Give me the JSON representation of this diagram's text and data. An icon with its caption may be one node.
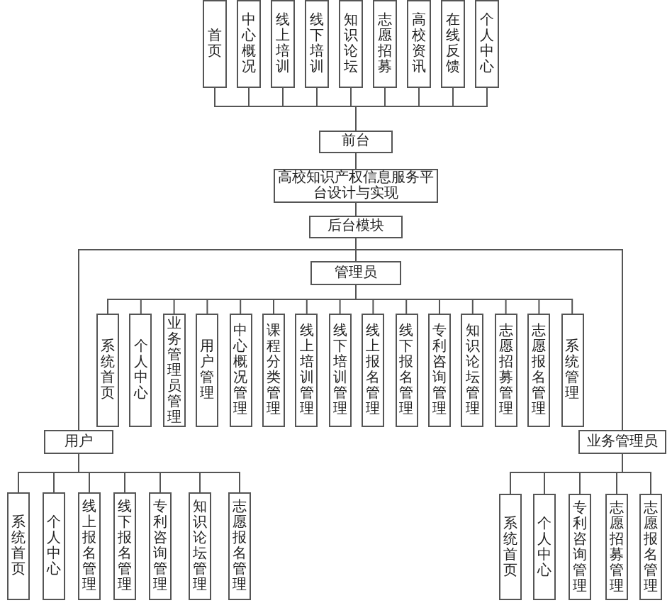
{
  "diagram": {
    "nodes": [
      {
        "text": [
          "首页"
        ]
      },
      {
        "text": [
          "中心概况"
        ]
      },
      {
        "text": [
          "线上培训"
        ]
      },
      {
        "text": [
          "线下培训"
        ]
      },
      {
        "text": [
          "知识论坛"
        ]
      },
      {
        "text": [
          "志愿招募"
        ]
      },
      {
        "text": [
          "高校资讯"
        ]
      },
      {
        "text": [
          "在线反馈"
        ]
      },
      {
        "text": [
          "个人中心"
        ]
      },
      {
        "text": [
          "前台"
        ]
      },
      {
        "text": [
          "高校知识产权信息服务平台设计与实现"
        ]
      },
      {
        "text": [
          "后台模块"
        ]
      },
      {
        "text": [
          "管理员"
        ]
      },
      {
        "text": [
          "系统首页"
        ]
      },
      {
        "text": [
          "个人中心"
        ]
      },
      {
        "text": [
          "业务管理员管理"
        ]
      },
      {
        "text": [
          "用户管理"
        ]
      },
      {
        "text": [
          "中心概况管理"
        ]
      },
      {
        "text": [
          "课程分类管理"
        ]
      },
      {
        "text": [
          "线上培训管理"
        ]
      },
      {
        "text": [
          "线下培训管理"
        ]
      },
      {
        "text": [
          "线上报名管理"
        ]
      },
      {
        "text": [
          "线下报名管理"
        ]
      },
      {
        "text": [
          "专利咨询管理"
        ]
      },
      {
        "text": [
          "知识论坛管理"
        ]
      },
      {
        "text": [
          "志愿招募管理"
        ]
      },
      {
        "text": [
          "志愿报名管理"
        ]
      },
      {
        "text": [
          "系统管理"
        ]
      },
      {
        "text": [
          "用户"
        ]
      },
      {
        "text": [
          "系统首页"
        ]
      },
      {
        "text": [
          "个人中心"
        ]
      },
      {
        "text": [
          "线上报名管理"
        ]
      },
      {
        "text": [
          "线下报名管理"
        ]
      },
      {
        "text": [
          "专利咨询管理"
        ]
      },
      {
        "text": [
          "知识论坛管理"
        ]
      },
      {
        "text": [
          "志愿报名管理"
        ]
      },
      {
        "text": [
          "业务管理员"
        ]
      },
      {
        "text": [
          "系统首页"
        ]
      },
      {
        "text": [
          "个人中心"
        ]
      },
      {
        "text": [
          "专利咨询管理"
        ]
      },
      {
        "text": [
          "志愿招募管理"
        ]
      },
      {
        "text": [
          "志愿报名管理"
        ]
      }
    ],
    "edges": [
      {
        "from": 0,
        "to": 9,
        "arrow": "none"
      },
      {
        "from": 1,
        "to": 9,
        "arrow": "none"
      },
      {
        "from": 2,
        "to": 9,
        "arrow": "none"
      },
      {
        "from": 3,
        "to": 9,
        "arrow": "none"
      },
      {
        "from": 4,
        "to": 9,
        "arrow": "none"
      },
      {
        "from": 5,
        "to": 9,
        "arrow": "none"
      },
      {
        "from": 6,
        "to": 9,
        "arrow": "none"
      },
      {
        "from": 7,
        "to": 9,
        "arrow": "none"
      },
      {
        "from": 8,
        "to": 9,
        "arrow": "none"
      },
      {
        "from": 9,
        "to": 10,
        "arrow": "none"
      },
      {
        "from": 10,
        "to": 11,
        "arrow": "none"
      },
      {
        "from": 11,
        "to": 12,
        "arrow": "none"
      },
      {
        "from": 11,
        "to": 28,
        "arrow": "none"
      },
      {
        "from": 11,
        "to": 36,
        "arrow": "none"
      },
      {
        "from": 12,
        "to": 13,
        "arrow": "none"
      },
      {
        "from": 12,
        "to": 14,
        "arrow": "none"
      },
      {
        "from": 12,
        "to": 15,
        "arrow": "none"
      },
      {
        "from": 12,
        "to": 16,
        "arrow": "none"
      },
      {
        "from": 12,
        "to": 17,
        "arrow": "none"
      },
      {
        "from": 12,
        "to": 18,
        "arrow": "none"
      },
      {
        "from": 12,
        "to": 19,
        "arrow": "none"
      },
      {
        "from": 12,
        "to": 20,
        "arrow": "none"
      },
      {
        "from": 12,
        "to": 21,
        "arrow": "none"
      },
      {
        "from": 12,
        "to": 22,
        "arrow": "none"
      },
      {
        "from": 12,
        "to": 23,
        "arrow": "none"
      },
      {
        "from": 12,
        "to": 24,
        "arrow": "none"
      },
      {
        "from": 12,
        "to": 25,
        "arrow": "none"
      },
      {
        "from": 12,
        "to": 26,
        "arrow": "none"
      },
      {
        "from": 12,
        "to": 27,
        "arrow": "none"
      },
      {
        "from": 28,
        "to": 29,
        "arrow": "none"
      },
      {
        "from": 28,
        "to": 30,
        "arrow": "none"
      },
      {
        "from": 28,
        "to": 31,
        "arrow": "none"
      },
      {
        "from": 28,
        "to": 32,
        "arrow": "none"
      },
      {
        "from": 28,
        "to": 33,
        "arrow": "none"
      },
      {
        "from": 28,
        "to": 34,
        "arrow": "none"
      },
      {
        "from": 28,
        "to": 35,
        "arrow": "none"
      },
      {
        "from": 36,
        "to": 37,
        "arrow": "none"
      },
      {
        "from": 36,
        "to": 38,
        "arrow": "none"
      },
      {
        "from": 36,
        "to": 39,
        "arrow": "none"
      },
      {
        "from": 36,
        "to": 40,
        "arrow": "none"
      },
      {
        "from": 36,
        "to": 41,
        "arrow": "none"
      }
    ]
  }
}
